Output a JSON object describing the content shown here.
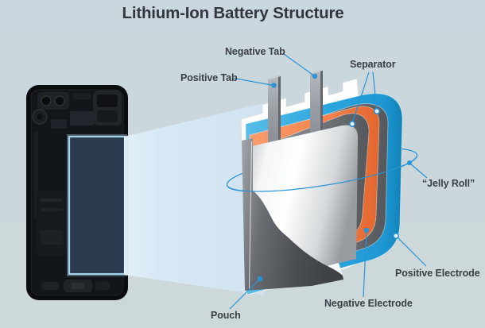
{
  "title": "Lithium-Ion Battery Structure",
  "callouts": {
    "negative_tab": "Negative Tab",
    "positive_tab": "Positive Tab",
    "separator": "Separator",
    "jelly_roll": "“Jelly Roll”",
    "positive_electrode": "Positive Electrode",
    "negative_electrode": "Negative Electrode",
    "pouch": "Pouch"
  },
  "colors": {
    "background": "#cbd7db",
    "accent_line": "#2a93d5",
    "positive_electrode_layer": "#2aa5de",
    "negative_electrode_layer": "#f5854e",
    "separator_layer": "#75787d",
    "pouch_layer": "#54575c",
    "zoom_beam": "#d8eaf7",
    "title_text": "#33373d",
    "label_text": "#3a3f45"
  }
}
